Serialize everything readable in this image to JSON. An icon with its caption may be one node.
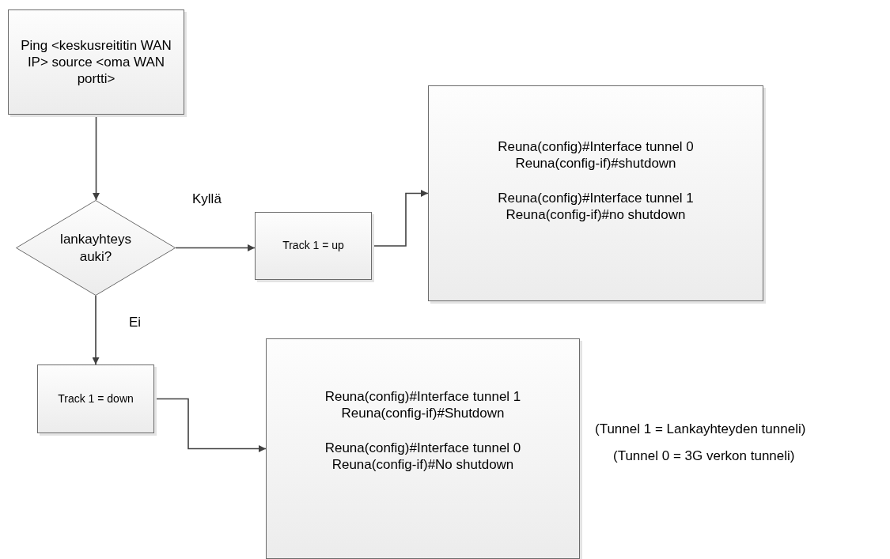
{
  "diagram": {
    "nodes": [
      {
        "text": [
          "Ping <keskusreititin WAN IP> source <oma WAN portti>"
        ]
      },
      {
        "text": [
          "lankayhteys auki?"
        ]
      },
      {
        "text": [
          "Track 1 = up"
        ]
      },
      {
        "text": [
          "Reuna(config)#Interface tunnel 0 Reuna(config-if)#shutdown",
          "Reuna(config)#Interface tunnel 1 Reuna(config-if)#no shutdown"
        ]
      },
      {
        "text": [
          "Track 1 = down"
        ]
      },
      {
        "text": [
          "Reuna(config)#Interface tunnel 1 Reuna(config-if)#Shutdown",
          "Reuna(config)#Interface tunnel 0 Reuna(config-if)#No shutdown"
        ]
      }
    ],
    "edges": [
      {
        "from": 0,
        "to": 1,
        "arrow": "to"
      },
      {
        "from": 1,
        "to": 2,
        "arrow": "to",
        "label": "Kyllä"
      },
      {
        "from": 2,
        "to": 3,
        "arrow": "to"
      },
      {
        "from": 1,
        "to": 4,
        "arrow": "to",
        "label": "Ei"
      },
      {
        "from": 4,
        "to": 5,
        "arrow": "to"
      }
    ],
    "labels": [
      "(Tunnel 1 = Lankayhteyden tunneli)",
      "(Tunnel 0 = 3G verkon tunneli)"
    ]
  }
}
